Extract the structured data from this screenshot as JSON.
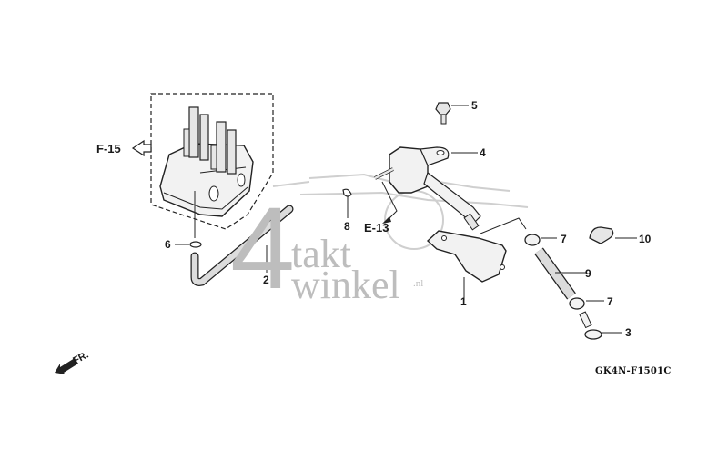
{
  "diagram": {
    "code": "GK4N-F1501C",
    "front_label": "FR.",
    "references": [
      {
        "id": "ref-f15",
        "label": "F-15"
      },
      {
        "id": "ref-e13",
        "label": "E-13"
      }
    ],
    "callouts": [
      {
        "id": "1",
        "label": "1"
      },
      {
        "id": "2",
        "label": "2"
      },
      {
        "id": "3",
        "label": "3"
      },
      {
        "id": "4",
        "label": "4"
      },
      {
        "id": "5",
        "label": "5"
      },
      {
        "id": "6",
        "label": "6"
      },
      {
        "id": "7a",
        "label": "7"
      },
      {
        "id": "7b",
        "label": "7"
      },
      {
        "id": "8",
        "label": "8"
      },
      {
        "id": "9",
        "label": "9"
      },
      {
        "id": "10",
        "label": "10"
      }
    ]
  },
  "watermark": {
    "number": "4",
    "line1": "takt",
    "line2": "winkel",
    "tld": ".nl",
    "color": "#bdbdbd"
  }
}
